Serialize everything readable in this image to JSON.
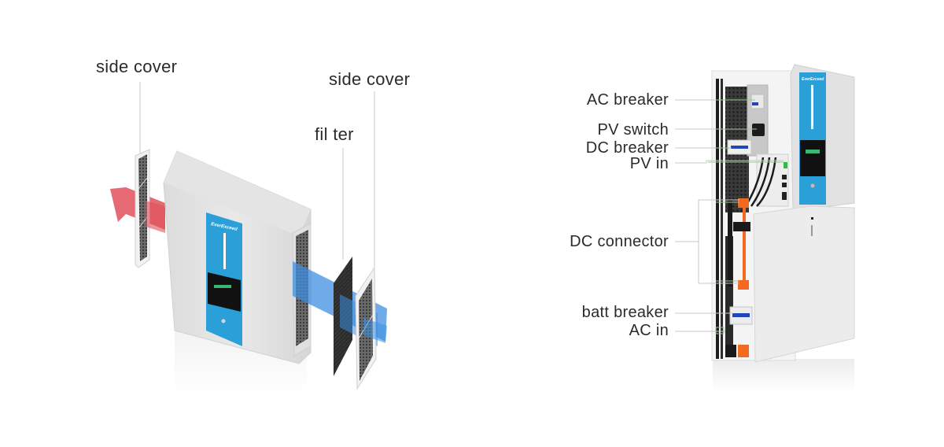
{
  "left_figure": {
    "title": "Inverter exploded view",
    "labels": [
      {
        "id": "side-cover-left",
        "text": "side cover"
      },
      {
        "id": "filter",
        "text": "fil ter"
      },
      {
        "id": "side-cover-right",
        "text": "side cover"
      }
    ],
    "brand": "EverExceed"
  },
  "right_figure": {
    "title": "Cabinet internal view",
    "labels": [
      {
        "id": "ac-breaker",
        "text": "AC breaker"
      },
      {
        "id": "pv-switch",
        "text": "PV switch"
      },
      {
        "id": "dc-breaker",
        "text": "DC breaker"
      },
      {
        "id": "pv-in",
        "text": "PV in"
      },
      {
        "id": "dc-connector",
        "text": "DC connector"
      },
      {
        "id": "batt-breaker",
        "text": "batt breaker"
      },
      {
        "id": "ac-in",
        "text": "AC in"
      }
    ],
    "brand": "EverExceed"
  },
  "colors": {
    "accent_blue": "#2a9fd8",
    "air_in_red": "#e0505a",
    "air_out_blue": "#3d8fe0",
    "connector_orange": "#f26a22",
    "leader_line": "#c8c8c8",
    "leader_line_green": "#9fc79a"
  }
}
